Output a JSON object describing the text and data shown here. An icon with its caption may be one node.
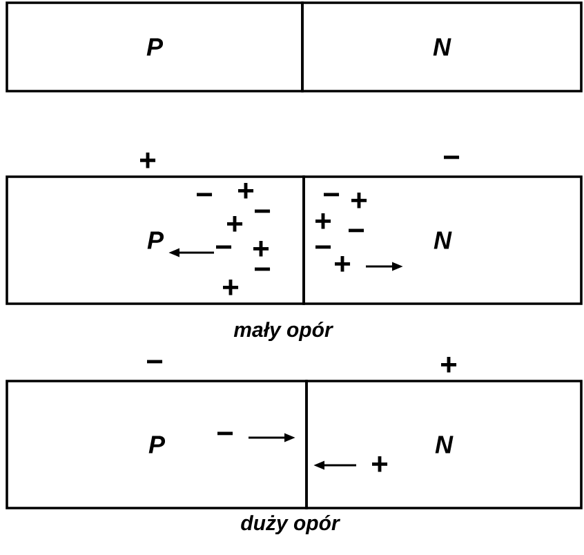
{
  "diagram": {
    "nodes": [
      {
        "text": [
          "P"
        ]
      },
      {
        "text": [
          "N"
        ]
      },
      {
        "text": [
          "P"
        ]
      },
      {
        "text": [
          "N"
        ]
      },
      {
        "text": [
          "P"
        ]
      },
      {
        "text": [
          "N"
        ]
      }
    ],
    "labels": [
      "+",
      "−",
      "+",
      "−",
      "−",
      "+",
      "−",
      "+",
      "+",
      "−",
      "−",
      "+",
      "−",
      "+",
      "−",
      "+",
      "mały opór",
      "−",
      "+",
      "−",
      "+",
      "duży opór"
    ]
  }
}
